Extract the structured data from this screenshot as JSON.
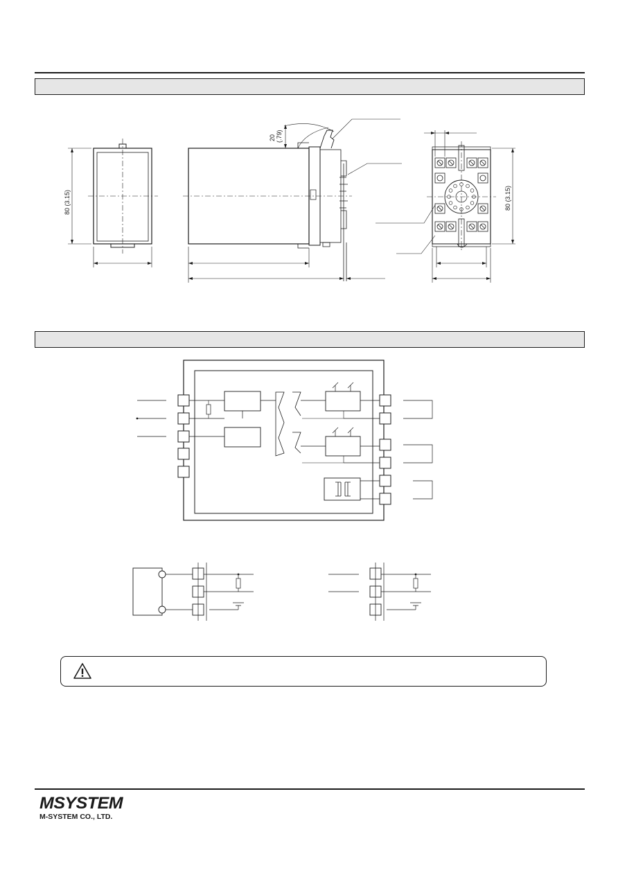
{
  "dimensions": {
    "height_front": "80 (3.15)",
    "height_side": "80 (3.15)",
    "clearance": "20",
    "clearance_inch": "(.79)"
  },
  "logo": {
    "wordmark": "MSYSTEM",
    "company": "M-SYSTEM CO., LTD."
  },
  "icons": {
    "warning": "warning-triangle-icon"
  }
}
